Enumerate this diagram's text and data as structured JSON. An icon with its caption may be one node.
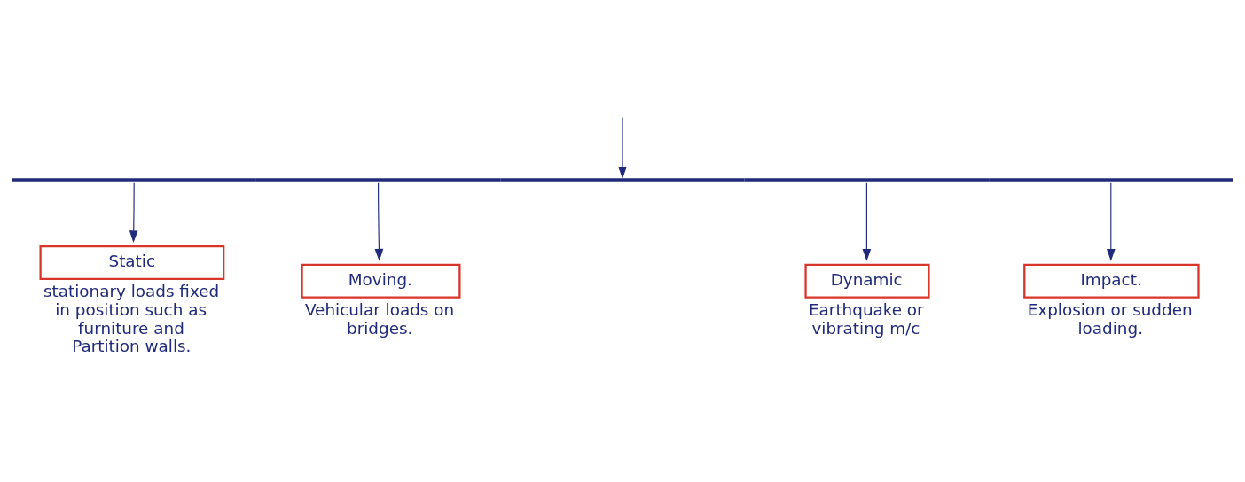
{
  "diagram": {
    "nodes": [
      {
        "text": [],
        "shape": "bar"
      },
      {
        "text": [
          "Static"
        ],
        "beside": [
          "stationary loads fixed in position such as furniture and Partition walls."
        ]
      },
      {
        "text": [
          "Moving."
        ],
        "beside": [
          "Vehicular loads on bridges."
        ]
      },
      {
        "text": [
          "Dynamic"
        ],
        "beside": [
          "Earthquake or vibrating m/c"
        ]
      },
      {
        "text": [
          "Impact."
        ],
        "beside": [
          "Explosion or sudden loading."
        ]
      }
    ],
    "edges": [
      {
        "from": null,
        "to": 0,
        "arrow": "to"
      },
      {
        "from": 0,
        "to": 1,
        "arrow": "to"
      },
      {
        "from": 0,
        "to": 2,
        "arrow": "to"
      },
      {
        "from": 0,
        "to": 3,
        "arrow": "to"
      },
      {
        "from": 0,
        "to": 4,
        "arrow": "to"
      }
    ]
  }
}
